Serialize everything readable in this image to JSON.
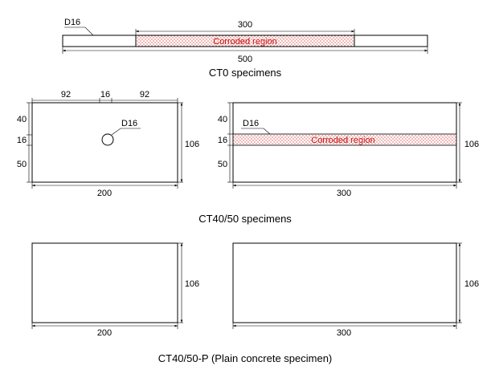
{
  "colors": {
    "corrosion": "#cc1111",
    "line": "#000000"
  },
  "ct0": {
    "bar_label": "D16",
    "corroded_length": "300",
    "total_length": "500",
    "region_label": "Corroded region",
    "caption": "CT0 specimens"
  },
  "ct4050": {
    "left": {
      "top_left": "92",
      "top_mid": "16",
      "top_right": "92",
      "side_top": "40",
      "side_mid": "16",
      "side_bottom": "50",
      "height": "106",
      "width": "200",
      "bar_label": "D16"
    },
    "right": {
      "side_top": "40",
      "side_mid": "16",
      "side_bottom": "50",
      "height": "106",
      "width": "300",
      "bar_label": "D16",
      "region_label": "Corroded region"
    },
    "caption": "CT40/50 specimens"
  },
  "ct4050p": {
    "left": {
      "height": "106",
      "width": "200"
    },
    "right": {
      "height": "106",
      "width": "300"
    },
    "caption": "CT40/50-P (Plain concrete specimen)"
  }
}
